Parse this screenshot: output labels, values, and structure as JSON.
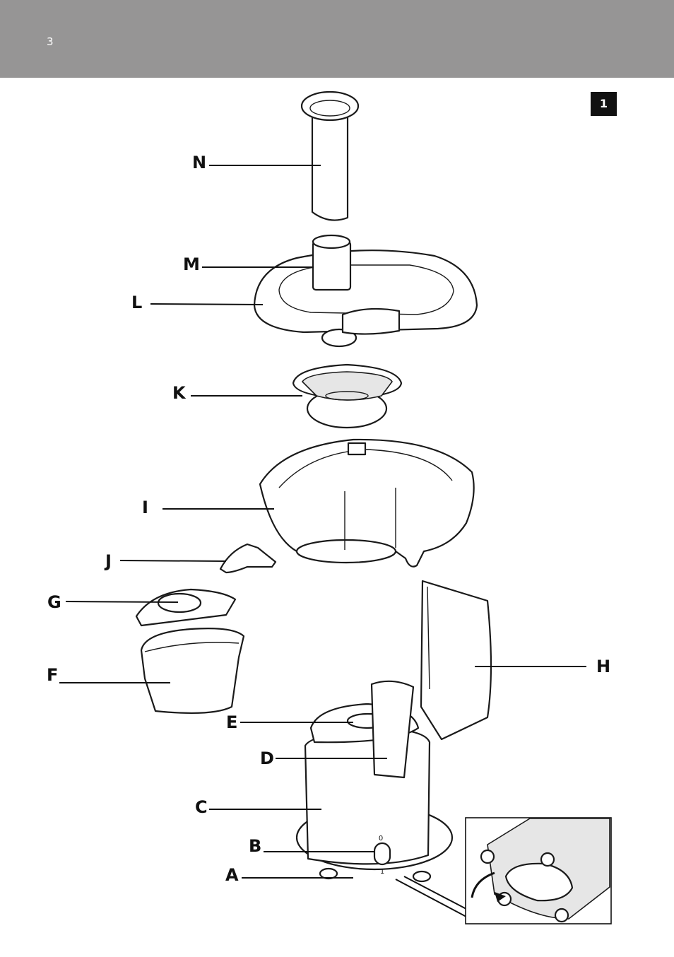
{
  "header": {
    "page_number": "3",
    "background": "#969595"
  },
  "figure": {
    "number": "1",
    "labels": {
      "N": "N",
      "M": "M",
      "L": "L",
      "K": "K",
      "I": "I",
      "J": "J",
      "G": "G",
      "F": "F",
      "H": "H",
      "E": "E",
      "D": "D",
      "C": "C",
      "B": "B",
      "A": "A"
    },
    "switch_marks": {
      "off": "0",
      "on": "1"
    }
  }
}
